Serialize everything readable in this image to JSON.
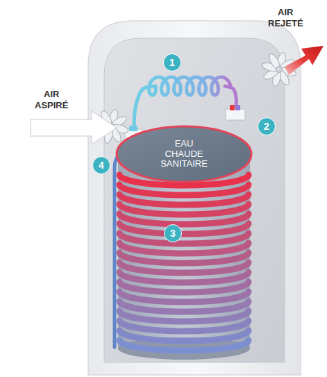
{
  "diagram": {
    "nodes": [
      {
        "text": [
          "1"
        ]
      },
      {
        "text": [
          "2"
        ]
      },
      {
        "text": [
          "EAU CHAUDE SANITAIRE"
        ]
      },
      {
        "text": [
          "4"
        ]
      },
      {
        "text": [
          "3"
        ]
      }
    ],
    "labels": [
      "AIR REJETÉ",
      "AIR ASPIRÉ"
    ]
  }
}
